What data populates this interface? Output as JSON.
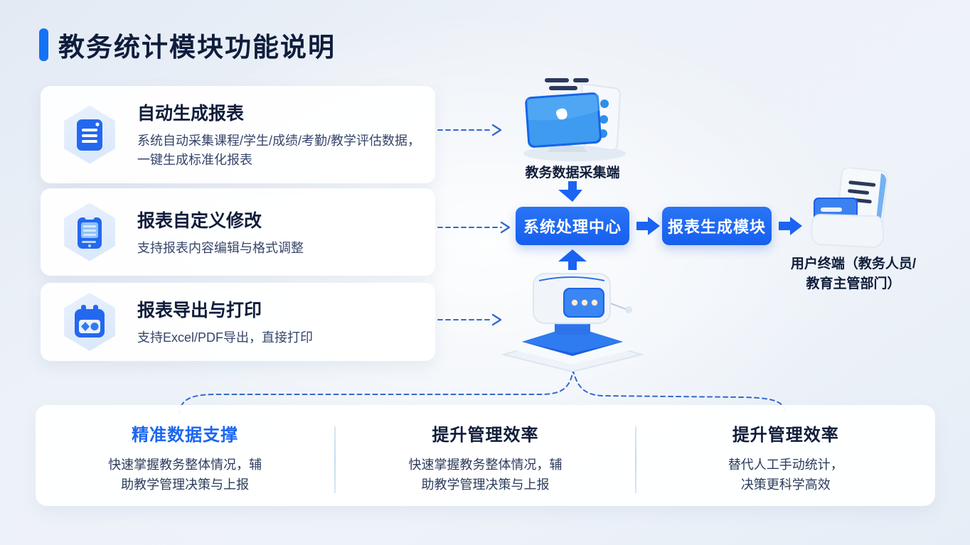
{
  "page": {
    "title": "教务统计模块功能说明"
  },
  "features": [
    {
      "icon": "report-document-icon",
      "title": "自动生成报表",
      "desc": "系统自动采集课程/学生/成绩/考勤/教学评估数据，一键生成标准化报表"
    },
    {
      "icon": "clipboard-edit-icon",
      "title": "报表自定义修改",
      "desc": "支持报表内容编辑与格式调整"
    },
    {
      "icon": "calendar-export-icon",
      "title": "报表导出与打印",
      "desc": "支持Excel/PDF导出，直接打印"
    }
  ],
  "flow": {
    "collector_label": "教务数据采集端",
    "process_node": "系统处理中心",
    "report_node": "报表生成模块",
    "terminal_label_line1": "用户终端（教务人员/",
    "terminal_label_line2": "教育主管部门）"
  },
  "benefits": [
    {
      "title": "精准数据支撑",
      "desc_line1": "快速掌握教务整体情况，辅",
      "desc_line2": "助教学管理决策与上报",
      "highlight": true
    },
    {
      "title": "提升管理效率",
      "desc_line1": "快速掌握教务整体情况，辅",
      "desc_line2": "助教学管理决策与上报",
      "highlight": false
    },
    {
      "title": "提升管理效率",
      "desc_line1": "替代人工手动统计，",
      "desc_line2": "决策更科学高效",
      "highlight": false
    }
  ],
  "colors": {
    "accent_blue": "#1b66f2",
    "title_navy": "#0f1d3d",
    "dashed_line": "#3568cf",
    "panel_white": "#ffffff"
  }
}
